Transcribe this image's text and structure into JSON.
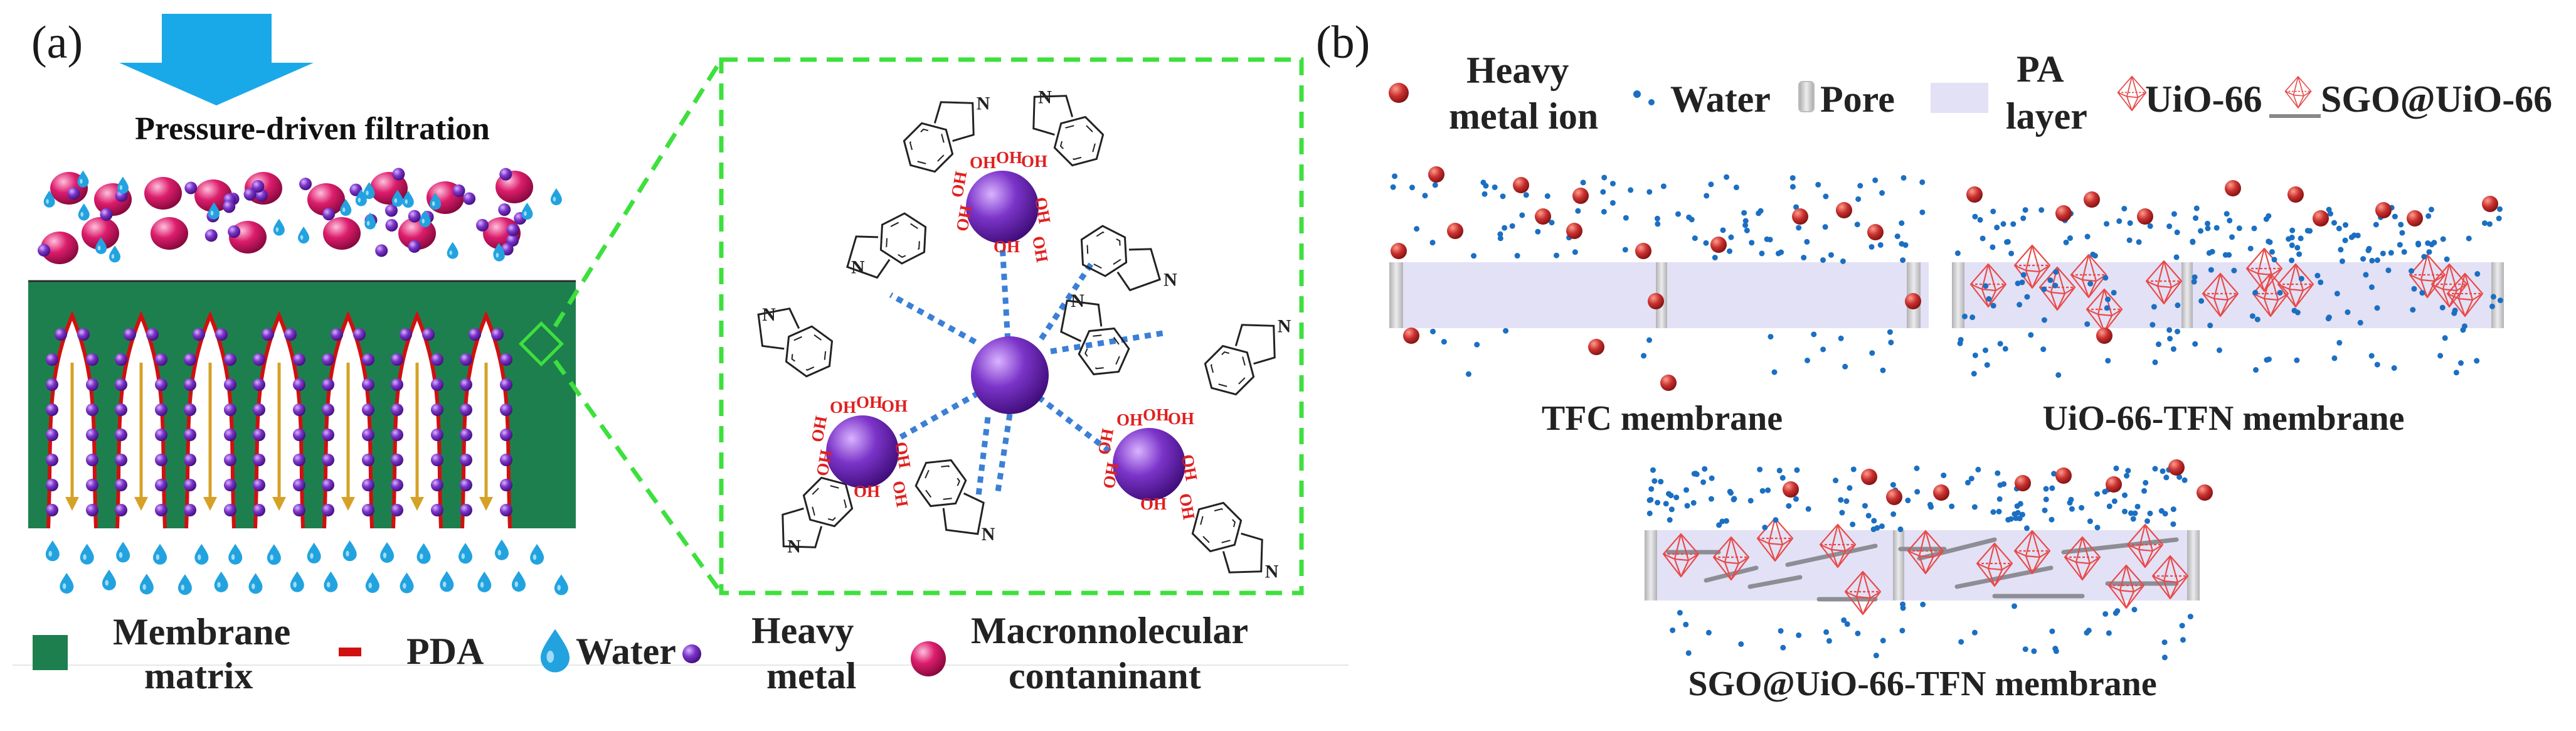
{
  "panel_a": {
    "label": "(a)",
    "arrow_label": "Pressure-driven filtration",
    "legend": {
      "membrane_line1": "Membrane",
      "membrane_line2": "matrix",
      "pda": "PDA",
      "water": "Water",
      "heavy_line1": "Heavy",
      "heavy_line2": "metal",
      "macro_line1": "Macronnolecular",
      "macro_line2": "contaninant"
    },
    "molecule": {
      "nitrogen": "N",
      "hydroxyl": "OH"
    }
  },
  "panel_b": {
    "label": "(b)",
    "legend": {
      "ion_line1": "Heavy",
      "ion_line2": "metal ion",
      "water": "Water",
      "pore": "Pore",
      "pa_line1": "PA",
      "pa_line2": "layer",
      "uio": "UiO-66",
      "sgo": "SGO@UiO-66"
    },
    "membranes": {
      "tfc": "TFC membrane",
      "uio_tfn": "UiO-66-TFN membrane",
      "sgo_tfn": "SGO@UiO-66-TFN membrane"
    }
  },
  "colors": {
    "arrow": "#1aa9e8",
    "membrane": "#1e7f4e",
    "pda": "#d01010",
    "water": "#22a3e0",
    "heavy_metal": "#6a2aa0",
    "macro": "#d4155f",
    "zoom_box": "#3de03d",
    "ion": "#c8302f",
    "pa_layer": "#e3e1f5",
    "pore": "#c6c6c6",
    "dots": "#1b6fc2",
    "octahedron": "#e84a4a"
  }
}
